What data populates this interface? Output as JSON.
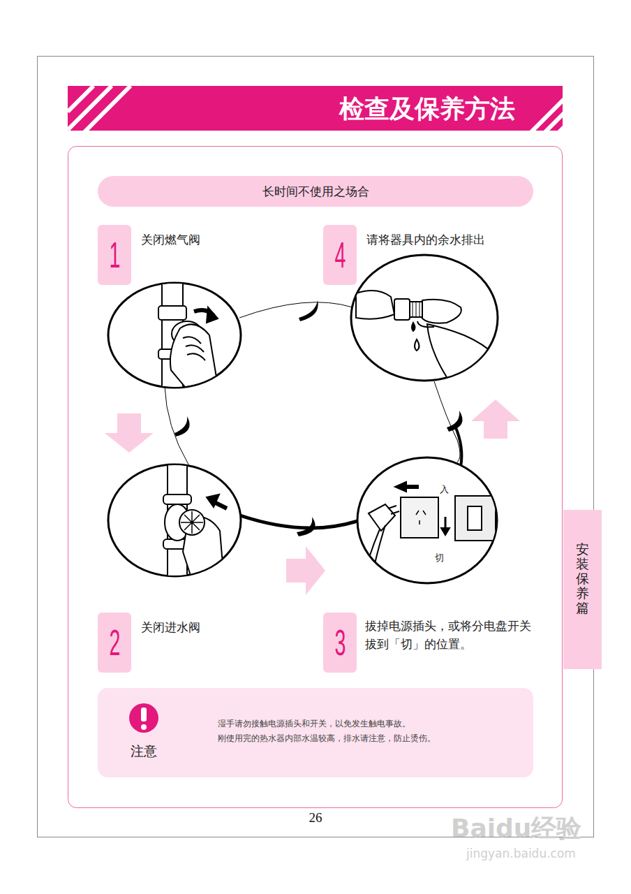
{
  "diagram": {
    "title": "检查及保养方法",
    "nodes": [
      {
        "text": [
          "长时间不使用之场合"
        ]
      },
      {
        "text": [
          "1",
          "关闭燃气阀"
        ]
      },
      {
        "text": [
          "4",
          "请将器具内的余水排出"
        ]
      },
      {
        "text": [
          "2",
          "关闭进水阀"
        ]
      },
      {
        "text": [
          "3",
          "拔掉电源插头，或将分电盘开关拔到「切」的位置。"
        ]
      },
      {
        "text": [
          "注意",
          "湿手请勿接触电源插头和开关，以免发生触电事故。",
          "刚使用完的热水器内部水温较高，排水请注意，防止烫伤。"
        ]
      },
      {
        "text": [
          "安装保养篇"
        ]
      }
    ],
    "labels": [
      "入",
      "切",
      "26",
      "Baidu经验",
      "jingyan.baidu.com"
    ]
  }
}
